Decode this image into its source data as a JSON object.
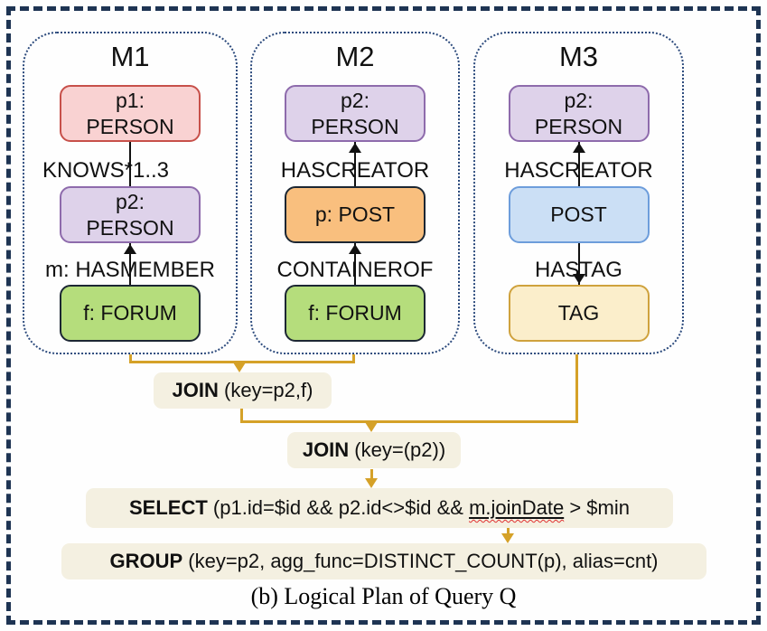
{
  "diagram": {
    "caption": "(b) Logical Plan of Query Q",
    "palette": {
      "person_p1_fill": "#f9d2d2",
      "person_p1_border": "#c7504a",
      "person_fill": "#ded2ea",
      "person_border": "#8e6bac",
      "post_fill": "#f9bf7e",
      "post_border": "#1c2733",
      "forum_fill": "#b5dd7c",
      "forum_border": "#1c2733",
      "post_blue_fill": "#cbdff5",
      "post_blue_border": "#6d9ddb",
      "tag_fill": "#fbeecb",
      "tag_border": "#cfa23d",
      "operator_box_fill": "#f4f0e1",
      "connector_gold": "#d5a128",
      "edge_black": "#111111",
      "outer_dashed_border": "#1e3453",
      "module_dotted_border": "#2d4b7d",
      "spellcheck_squiggle": "#e03131"
    },
    "modules": [
      {
        "title": "M1",
        "nodes": [
          {
            "label": "p1:\nPERSON"
          },
          {
            "label": "p2:\nPERSON"
          },
          {
            "label": "f: FORUM"
          }
        ],
        "edges": [
          {
            "label": "KNOWS*1..3",
            "direction": "none"
          },
          {
            "label": "m: HASMEMBER",
            "direction": "up"
          }
        ]
      },
      {
        "title": "M2",
        "nodes": [
          {
            "label": "p2:\nPERSON"
          },
          {
            "label": "p: POST"
          },
          {
            "label": "f: FORUM"
          }
        ],
        "edges": [
          {
            "label": "HASCREATOR",
            "direction": "up"
          },
          {
            "label": "CONTAINEROF",
            "direction": "up"
          }
        ]
      },
      {
        "title": "M3",
        "nodes": [
          {
            "label": "p2:\nPERSON"
          },
          {
            "label": "POST"
          },
          {
            "label": "TAG"
          }
        ],
        "edges": [
          {
            "label": "HASCREATOR",
            "direction": "up"
          },
          {
            "label": "HASTAG",
            "direction": "down"
          }
        ]
      }
    ],
    "operators": {
      "join1": {
        "keyword": "JOIN",
        "args": " (key=p2,f)"
      },
      "join2": {
        "keyword": "JOIN",
        "args": " (key=(p2))"
      },
      "select": {
        "keyword": "SELECT",
        "args_prefix": " (p1.id=$id && p2.id<>$id && ",
        "args_underlined": "m.joinDate",
        "args_suffix": " > $min"
      },
      "group": {
        "keyword": "GROUP",
        "args": " (key=p2, agg_func=DISTINCT_COUNT(p), alias=cnt)"
      }
    }
  }
}
